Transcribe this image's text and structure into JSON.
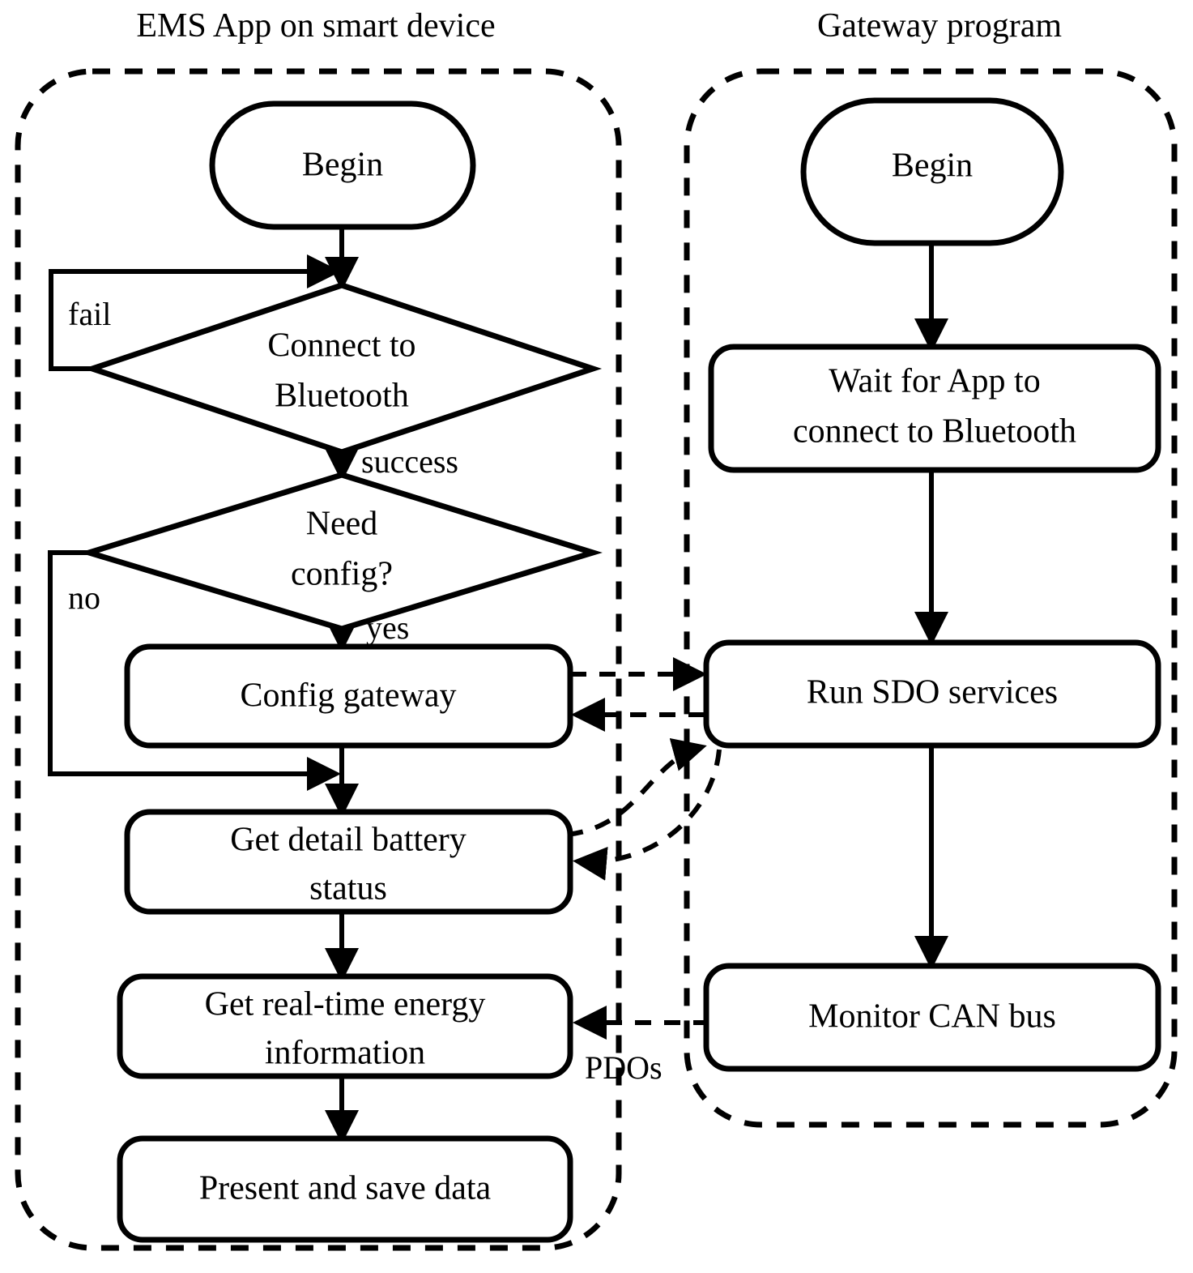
{
  "diagram": {
    "title_left": "EMS App on smart device",
    "title_right": "Gateway program",
    "panels": [
      {
        "name": "ems-app-panel",
        "title": "EMS App on smart device",
        "nodes": [
          {
            "id": "app-begin",
            "type": "terminator",
            "label": "Begin"
          },
          {
            "id": "connect-bt",
            "type": "decision",
            "label_line1": "Connect to",
            "label_line2": "Bluetooth"
          },
          {
            "id": "need-config",
            "type": "decision",
            "label_line1": "Need",
            "label_line2": "config?"
          },
          {
            "id": "config-gateway",
            "type": "process",
            "label": "Config gateway"
          },
          {
            "id": "get-battery",
            "type": "process",
            "label_line1": "Get detail battery",
            "label_line2": "status"
          },
          {
            "id": "get-energy",
            "type": "process",
            "label_line1": "Get real-time energy",
            "label_line2": "information"
          },
          {
            "id": "present-save",
            "type": "process",
            "label": "Present and save data"
          }
        ],
        "edge_labels": [
          "fail",
          "success",
          "no",
          "yes"
        ]
      },
      {
        "name": "gateway-program-panel",
        "title": "Gateway program",
        "nodes": [
          {
            "id": "gw-begin",
            "type": "terminator",
            "label": "Begin"
          },
          {
            "id": "wait-app",
            "type": "process",
            "label_line1": "Wait for App to",
            "label_line2": "connect to Bluetooth"
          },
          {
            "id": "run-sdo",
            "type": "process",
            "label": "Run SDO services"
          },
          {
            "id": "monitor-can",
            "type": "process",
            "label": "Monitor CAN bus"
          }
        ],
        "edge_labels": []
      }
    ],
    "cross_labels": {
      "pdos": "PDOs"
    },
    "edge_label_fail": "fail",
    "edge_label_success": "success",
    "edge_label_no": "no",
    "edge_label_yes": "yes",
    "colors": {
      "stroke": "#000000",
      "fill": "#ffffff",
      "background": "#ffffff"
    }
  }
}
